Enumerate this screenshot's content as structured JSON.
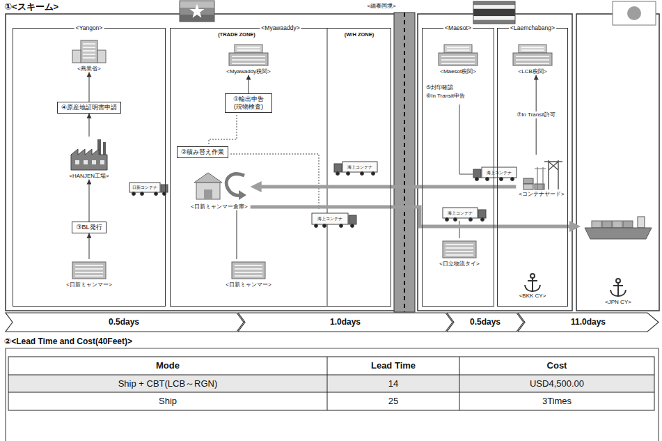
{
  "diagram": {
    "title": "①<スキーム>",
    "nodes": [
      {
        "text": [
          "<Yangon>"
        ]
      },
      {
        "text": [
          "<Myawaaddy>"
        ]
      },
      {
        "text": [
          "<Maesot>"
        ]
      },
      {
        "text": [
          "<Laemchabang>"
        ]
      },
      {
        "text": [
          "<商業省>"
        ],
        "in": 0
      },
      {
        "text": [
          "④原産地証明書申請"
        ],
        "in": 0
      },
      {
        "text": [
          "<HANJEN工場>"
        ],
        "in": 0
      },
      {
        "text": [
          "③BL発行"
        ],
        "in": 0
      },
      {
        "text": [
          "<日新ミャンマー>"
        ],
        "in": 0
      },
      {
        "text": [
          "<Myawaddy税関>"
        ],
        "in": 1
      },
      {
        "text": [
          "①輸出申告 (現物検査)"
        ],
        "in": 1
      },
      {
        "text": [
          "②積み替え作業"
        ],
        "in": 1
      },
      {
        "text": [
          "<日新ミャンマー倉庫>"
        ],
        "in": 1
      },
      {
        "text": [
          "<日新ミャンマー>"
        ],
        "in": 1
      },
      {
        "text": [
          "<Maesot税関>"
        ],
        "in": 2
      },
      {
        "text": [
          "<日立物流タイ>"
        ],
        "in": 2
      },
      {
        "text": [
          "<LCB税関>"
        ],
        "in": 3
      },
      {
        "text": [
          "<コンテナヤード>"
        ],
        "in": 3
      },
      {
        "text": [
          "<BKK CY>"
        ],
        "in": 3
      },
      {
        "text": [
          "<JPN CY>"
        ]
      }
    ],
    "edges": [
      {
        "from": 8,
        "to": 7,
        "arrow": "to"
      },
      {
        "from": 7,
        "to": 6,
        "arrow": "to"
      },
      {
        "from": 6,
        "to": 5,
        "arrow": "to"
      },
      {
        "from": 5,
        "to": 4,
        "arrow": "to"
      },
      {
        "from": 10,
        "to": 9,
        "arrow": "to"
      },
      {
        "from": 13,
        "to": 12,
        "arrow": "none"
      },
      {
        "from": 17,
        "to": 16,
        "label": "⑦In Transit許可",
        "arrow": "to"
      },
      {
        "from": 17,
        "to": 12,
        "arrow": "to"
      },
      {
        "from": 12,
        "to": 19,
        "arrow": "to"
      }
    ],
    "labels": [
      "<緬泰国境>",
      "(TRADE ZONE)",
      "(W/H ZONE)",
      "⑤封印確認",
      "⑥In Transit申告",
      "日新コンテナ",
      "海上コンテナ",
      "海上コンテナ",
      "海上コンテナ",
      "海上コンテナ",
      "0.5days",
      "1.0days",
      "0.5days",
      "11.0days",
      "②<Lead Time and Cost(40Feet)>",
      "Mode",
      "Lead Time",
      "Cost",
      "Ship + CBT(LCB～RGN)",
      "14",
      "USD4,500.00",
      "Ship",
      "25",
      "3Times"
    ]
  }
}
